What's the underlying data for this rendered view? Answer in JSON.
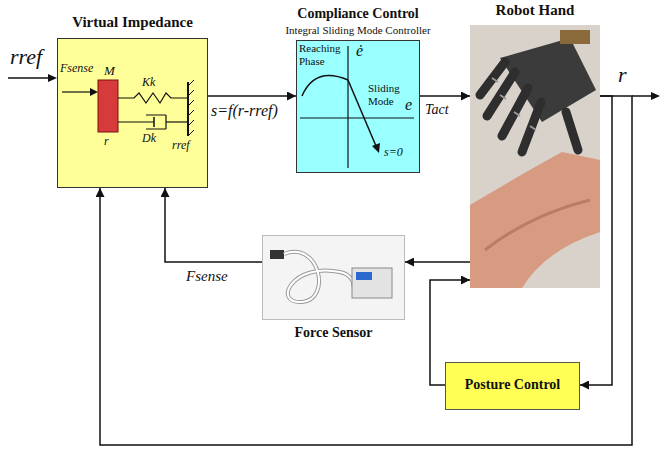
{
  "diagram": {
    "nodes": [
      {
        "text": [
          "Virtual Impedance"
        ]
      },
      {
        "text": [
          "Compliance Control",
          "Integral Sliding Mode Controller"
        ]
      },
      {
        "text": [
          "Robot Hand"
        ]
      },
      {
        "text": [
          "Force Sensor"
        ]
      },
      {
        "text": [
          "Posture Control"
        ]
      }
    ],
    "edges": [
      {
        "from": 0,
        "to": 1,
        "arrow": "to",
        "label": "s=f(r-rref)"
      },
      {
        "from": 1,
        "to": 2,
        "arrow": "to",
        "label": "Tact"
      },
      {
        "from": 2,
        "to": 3,
        "arrow": "to"
      },
      {
        "from": 2,
        "to": 4,
        "arrow": "to"
      },
      {
        "from": 4,
        "to": 2,
        "arrow": "to"
      },
      {
        "from": 3,
        "to": 0,
        "arrow": "to",
        "label": "Fsense"
      },
      {
        "from": 2,
        "to": 0,
        "arrow": "to"
      }
    ],
    "labels": [
      "rref",
      "Fsense",
      "M",
      "Kk",
      "Dk",
      "r",
      "rref",
      "Reaching Phase",
      "ė",
      "Sliding Mode",
      "e",
      "s=0",
      "r"
    ]
  }
}
